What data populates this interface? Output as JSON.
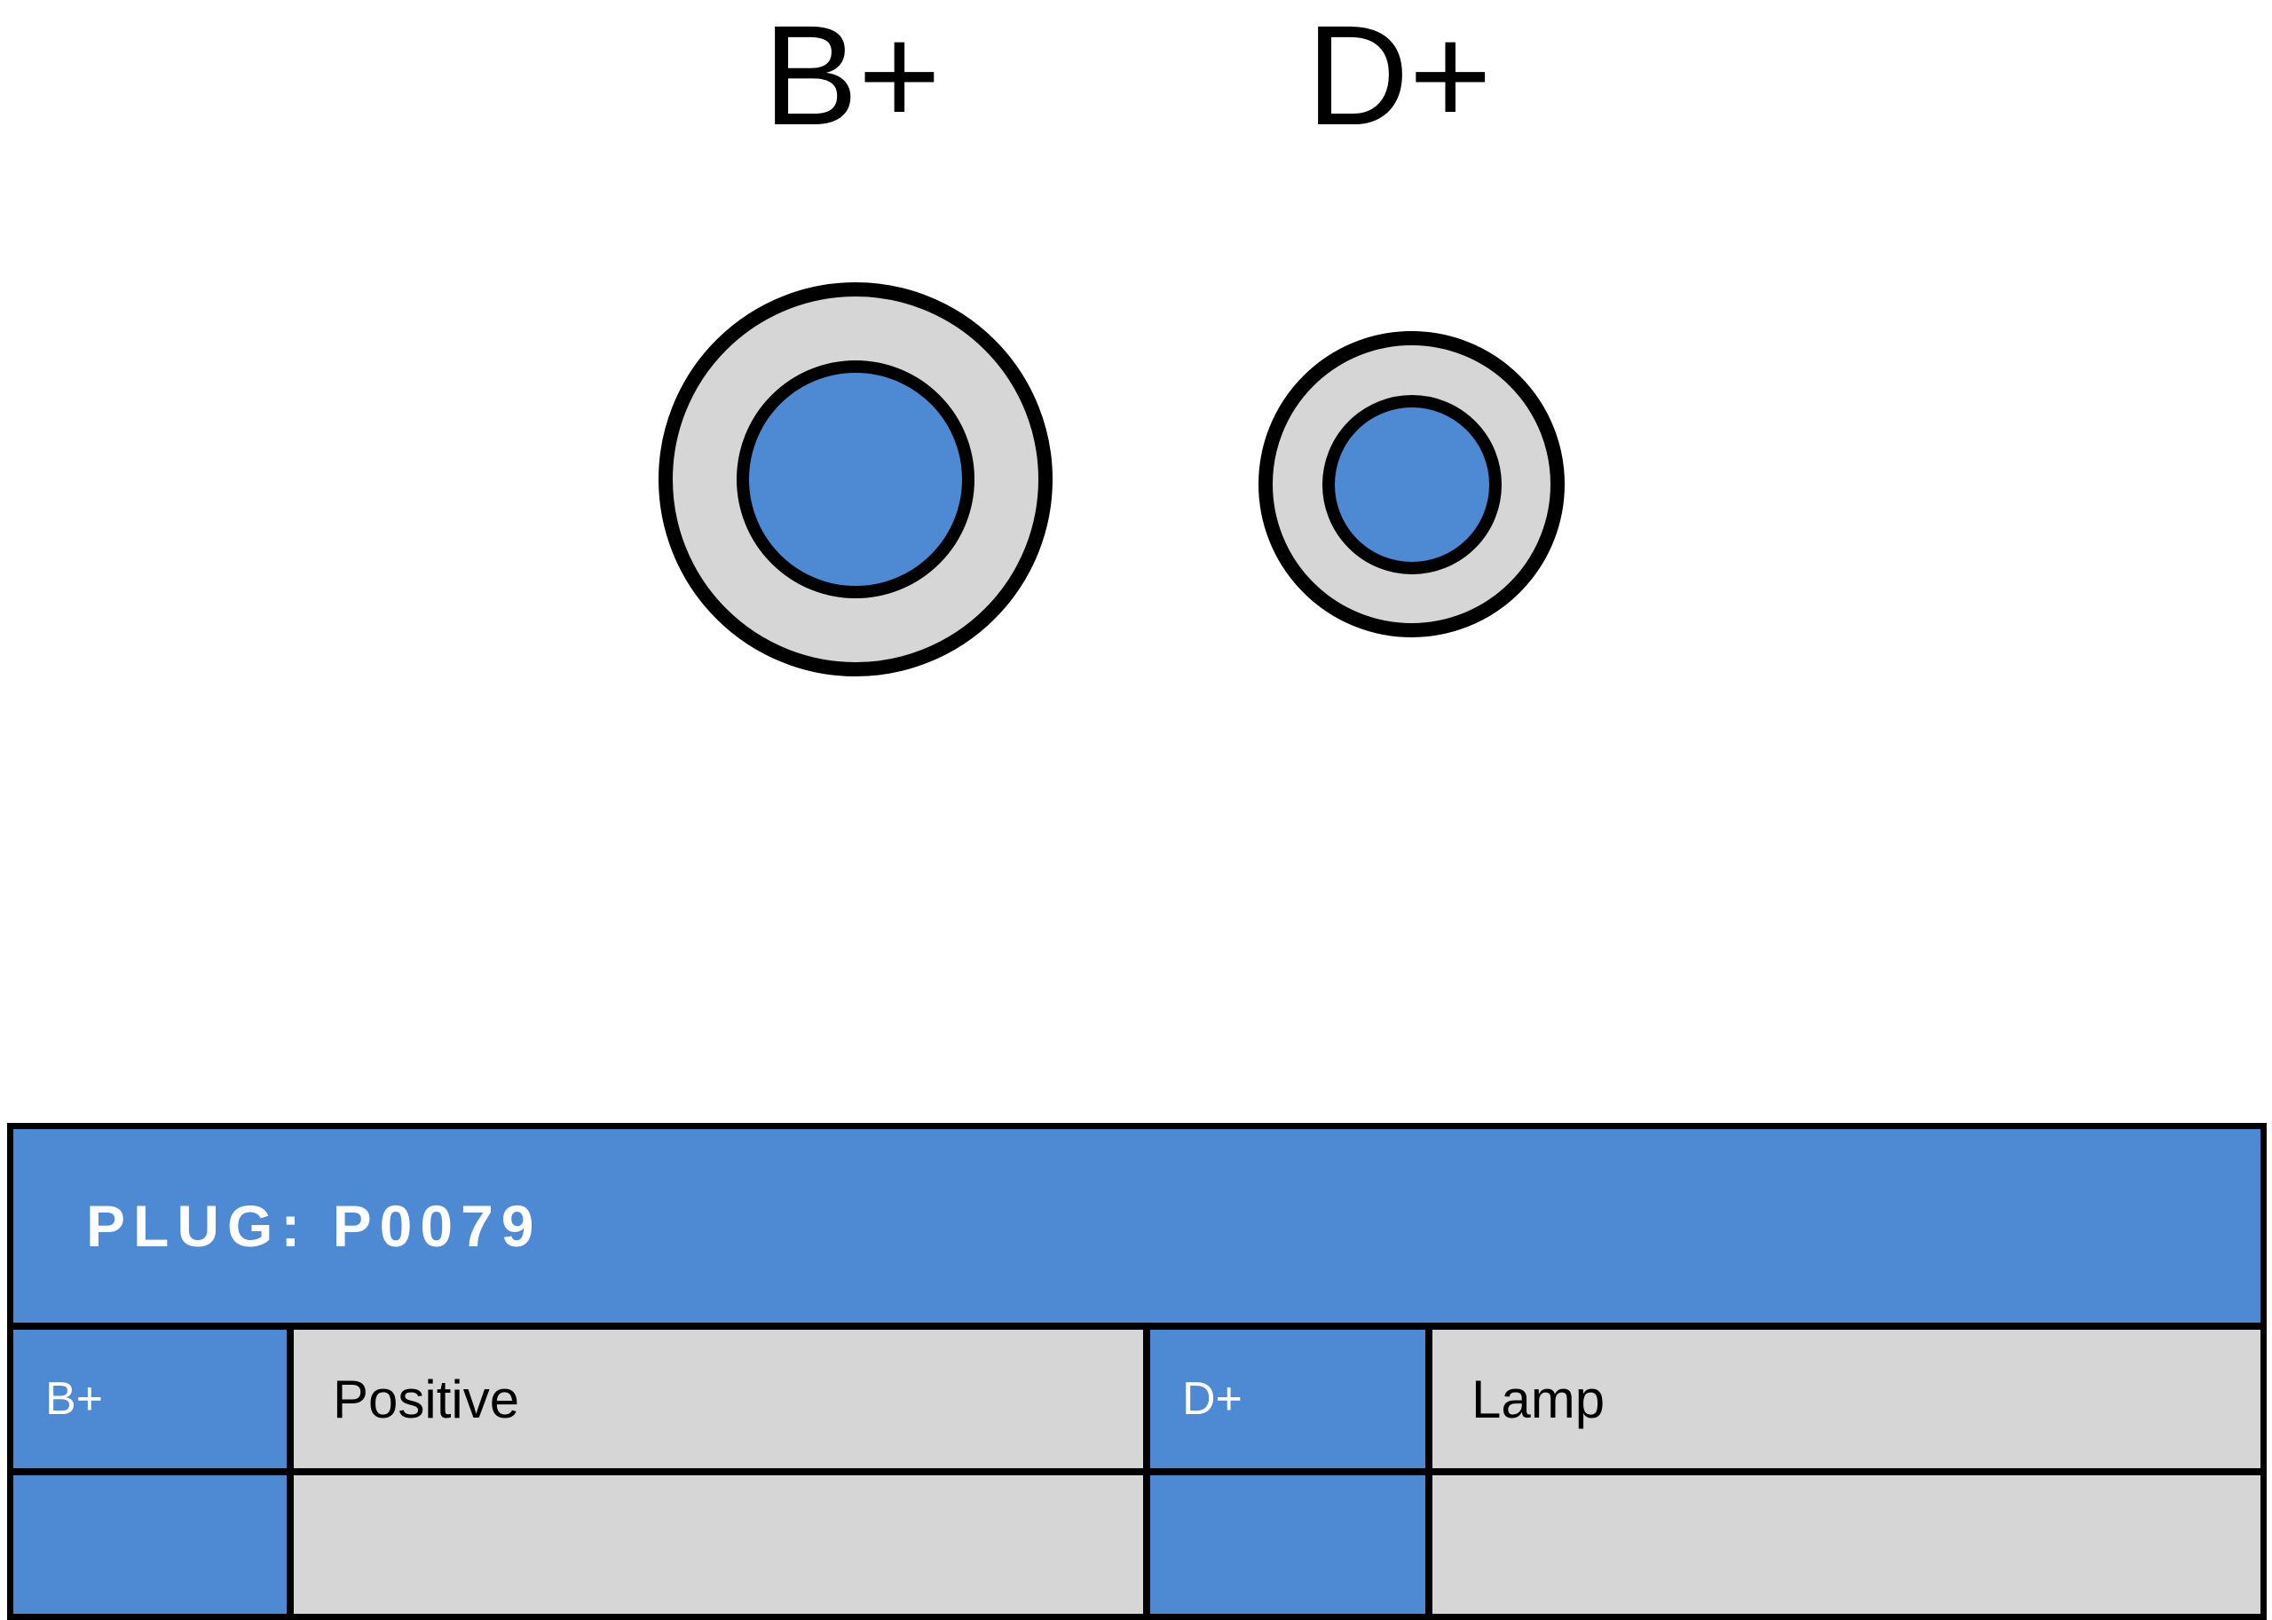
{
  "diagram": {
    "terminals": [
      {
        "id": "bplus",
        "label": "B+",
        "size": "large",
        "ring_color": "#d6d6d6",
        "core_color": "#4e8ad4",
        "outline_color": "#000000"
      },
      {
        "id": "dplus",
        "label": "D+",
        "size": "small",
        "ring_color": "#d6d6d6",
        "core_color": "#4e8ad4",
        "outline_color": "#000000"
      }
    ]
  },
  "table": {
    "header": "PLUG: P0079",
    "header_bg": "#4e8ad4",
    "header_text_color": "#ffffff",
    "cell_bg": "#d6d6d6",
    "pin_bg": "#4e8ad4",
    "border_color": "#000000",
    "rows": [
      {
        "pin_a": "B+",
        "desc_a": "Positive",
        "pin_b": "D+",
        "desc_b": "Lamp"
      },
      {
        "pin_a": "",
        "desc_a": "",
        "pin_b": "",
        "desc_b": ""
      }
    ]
  }
}
